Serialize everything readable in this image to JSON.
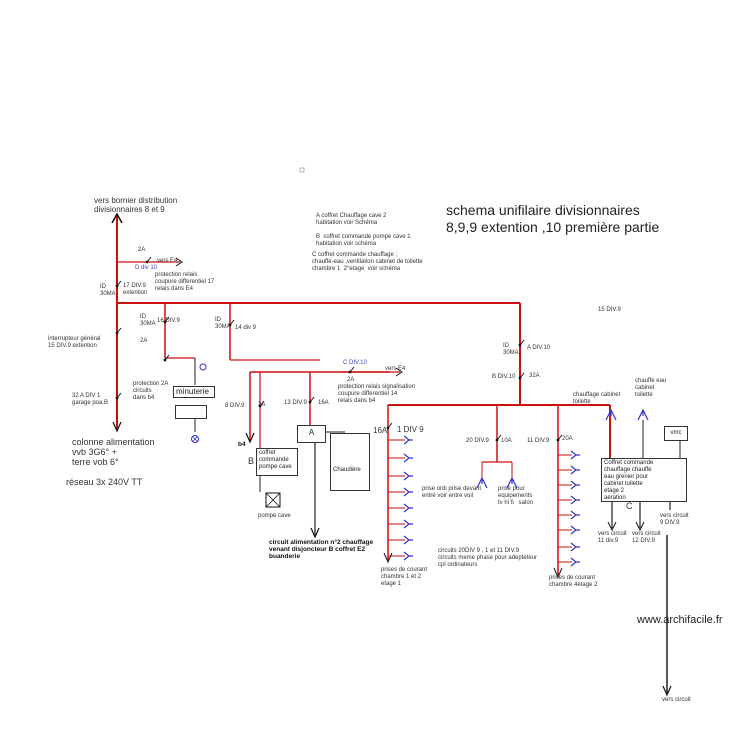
{
  "title": {
    "line1": "schema unifilaire divisionnaires",
    "line2": "8,9,9 extention ,10 première partie"
  },
  "notes": {
    "a": "A coffret Chauffage cave 2\nhabitation voir Schéma",
    "b": "B  coffret commande pompe cave 1\nhabitation voir schéma",
    "c": "C coffret commande chauffage ;\nchauffe-eau ,ventilation cabinet de toilette\nchambre 1  2°etage  voir schéma"
  },
  "labels": {
    "bornier": "vers bornier distribution\ndivisionnaires 8 et 9",
    "a2_top": "2A",
    "vers_e4_top": "vers E4",
    "ddiv10": "D div 10",
    "protection_relais": "protection relais\ncoupure differentiel 17\nrelais dans E4",
    "div17": "17 DIV.9\nextention",
    "id1": "ID\n30MA",
    "inter_general": "interrupteur général\n15 DIV.9 extention",
    "a32_div1": "32 A DIV 1\ngarage poa.B",
    "colonne": "colonne alimentation\nvvb 3G6° +\nterre vob 6°",
    "reseau": "réseau 3x 240V TT",
    "id2": "ID\n30MA",
    "div16": "16 DIV.9",
    "a2_mid": "2A",
    "protection_2a": "protection 2A\ncircuits\ndans b4",
    "minuterie": "minuterie",
    "id3": "ID\n30MA",
    "div14": "14 div 9",
    "div15_right": "15 DIV.9",
    "cdiv10": "C DIV.10",
    "vers_e4_mid": "vers E4",
    "a2_c": "2A",
    "protection_relais2": "protection relais signalisation\ncoupure differentiel 14\nrelais dans b4",
    "div8": "8 DIV.9",
    "a2_div8": "2A",
    "b4": "b4",
    "div13": "13 DIV.9",
    "a16_div13": "16A",
    "box_b": "B",
    "coffret_b": "coffret\ncommande\npompe cave",
    "pompe": "pompe cave",
    "box_a": "A",
    "chaudiere": "Chaudière",
    "circuit_chauffage": "circuit alimentation n°2 chauffage\nvenant disjoncteur B coffret E2\nbuanderie",
    "id4": "ID\n30MA",
    "adiv10": "A DIV.10",
    "bdiv10": "B DIV.10",
    "a32_b": "32A",
    "a16_div9": "16A",
    "div1": "1 DIV 9",
    "prises_ch12": "prises de courant\nchambre 1 et 2\netage 1",
    "div20": "20 DIV.9",
    "a10": "10A",
    "prise_ordi": "prise ordi prise devant\nentré voir entre voil",
    "prise_equip": "prise pour\nequipements\ntv hi fi   salon",
    "circuits_20": "circuits 20DIV 9 , 1 et 11 DIV.9\ncircuits meme phase pour adepteteur\ncpl ordinateurs",
    "div11": "11 DIV.9",
    "a20": "20A",
    "prises_ch4": "prises de courant\nchambre 4etage 2",
    "chauffage_cabinet": "chauffage cabinet\ntoilette",
    "chauffe_eau": "chauffe eau\ncabinet\ntoilette",
    "vmc": "vmc",
    "coffret_c": "Coffret commande\nchauffage chauffe\neau grenier pour\ncabinet toilette\netage 2\naeration",
    "box_c": "C",
    "vers_c11": "vers circuit\n11 div.9",
    "vers_c9": "vers circuit\n9 DIV.9",
    "vers_c12": "vers circuit\n12 DIV.9",
    "vers_c": "vers circuit",
    "watermark": "www.archifacile.fr"
  },
  "colors": {
    "bus": "#cc1111",
    "wire": "#222222",
    "accent": "#3333cc"
  }
}
